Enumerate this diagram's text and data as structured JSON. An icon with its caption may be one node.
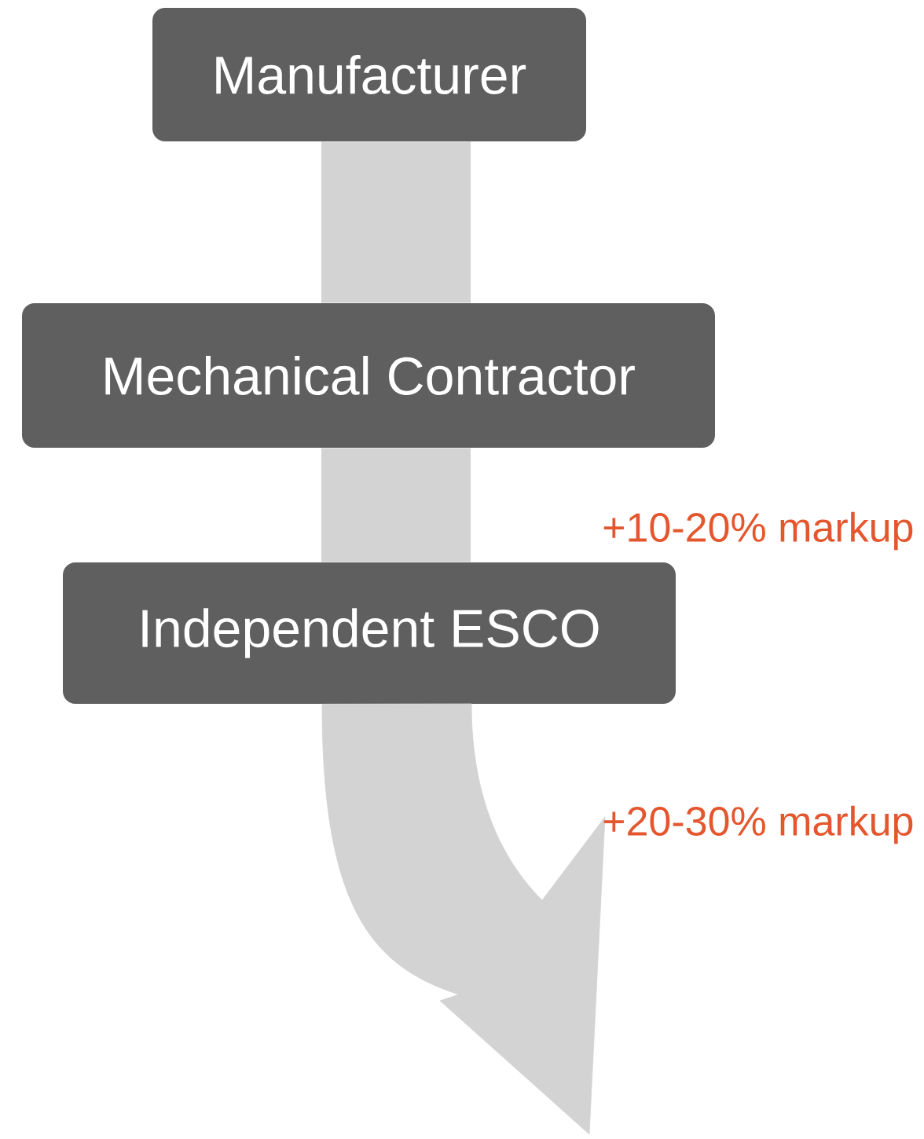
{
  "diagram": {
    "nodes": [
      {
        "text": [
          "Manufacturer"
        ]
      },
      {
        "text": [
          "Mechanical Contractor"
        ]
      },
      {
        "text": [
          "Independent ESCO"
        ]
      }
    ],
    "edges": [
      {
        "from": 0,
        "to": 1,
        "arrow": "none"
      },
      {
        "from": 1,
        "to": 2,
        "arrow": "none"
      },
      {
        "from": 2,
        "to": null,
        "arrow": "to"
      }
    ],
    "labels": [
      "+10-20% markup",
      "+20-30% markup"
    ]
  }
}
